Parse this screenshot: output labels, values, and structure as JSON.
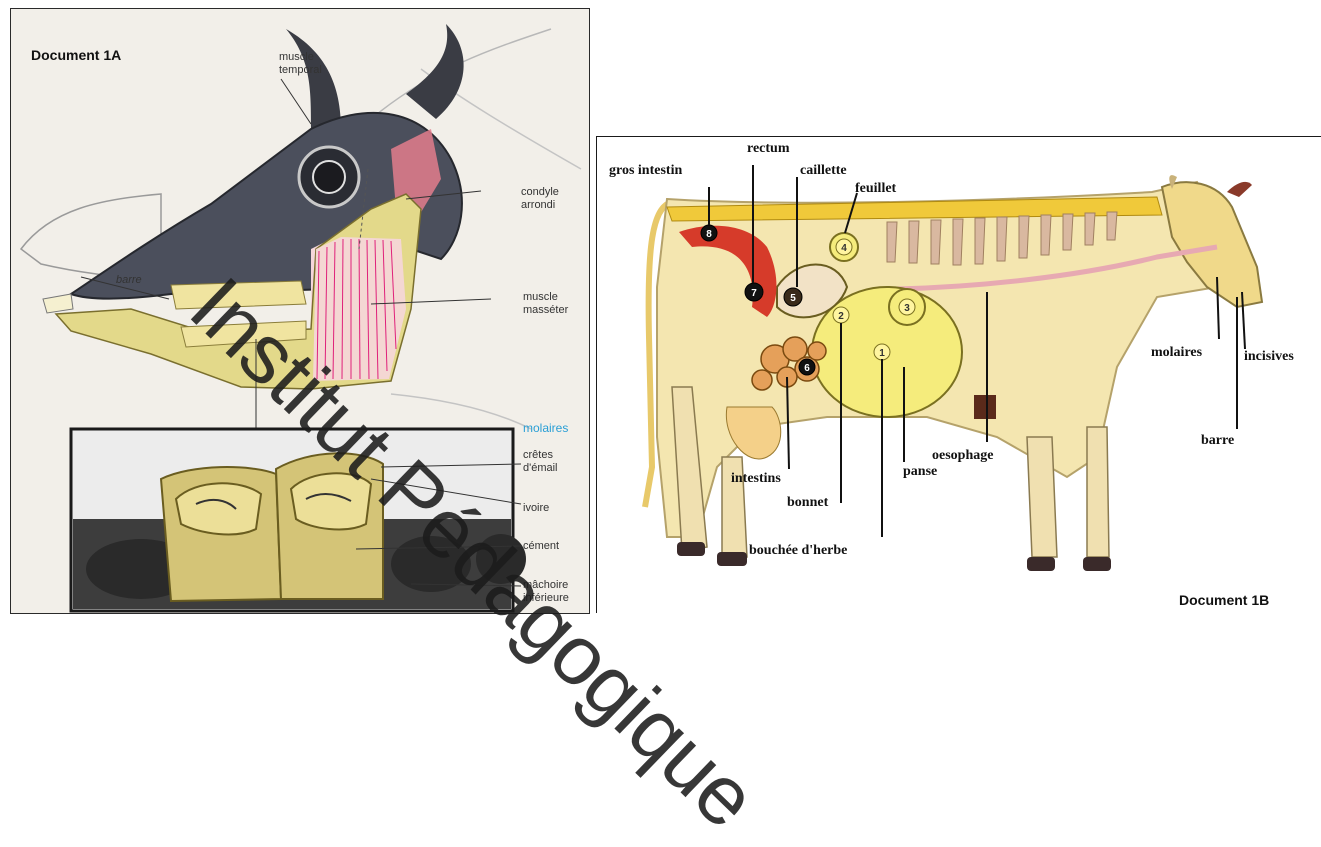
{
  "doc_a": {
    "title": "Document 1A",
    "labels": {
      "muscle_temporal": "muscle\ntemporal",
      "condyle": "condyle\narrondi",
      "barre": "barre",
      "masseter": "muscle\nmasséter",
      "molaires": "molaires",
      "cretes": "crêtes\nd'émail",
      "ivoire": "ivoire",
      "cement": "cément",
      "machoire": "mâchoire\ninférieure"
    }
  },
  "doc_b": {
    "title": "Document 1B",
    "labels": {
      "gros_intestin": "gros intestin",
      "rectum": "rectum",
      "caillette": "caillette",
      "feuillet": "feuillet",
      "molaires": "molaires",
      "incisives": "incisives",
      "barre": "barre",
      "oesophage": "oesophage",
      "panse": "panse",
      "intestins": "intestins",
      "bonnet": "bonnet",
      "bouchee": "bouchée d'herbe"
    },
    "markers": [
      "1",
      "2",
      "3",
      "4",
      "5",
      "6",
      "7",
      "8"
    ]
  },
  "watermark": "Institut Pédagogique",
  "colors": {
    "bone": "#e3d98a",
    "skull": "#4b4f5c",
    "muscle": "#e0207a",
    "cow": "#f4e6b0",
    "spine": "#f0c93a",
    "rumen": "#f5ec7c",
    "intestine_red": "#d63b2a"
  }
}
